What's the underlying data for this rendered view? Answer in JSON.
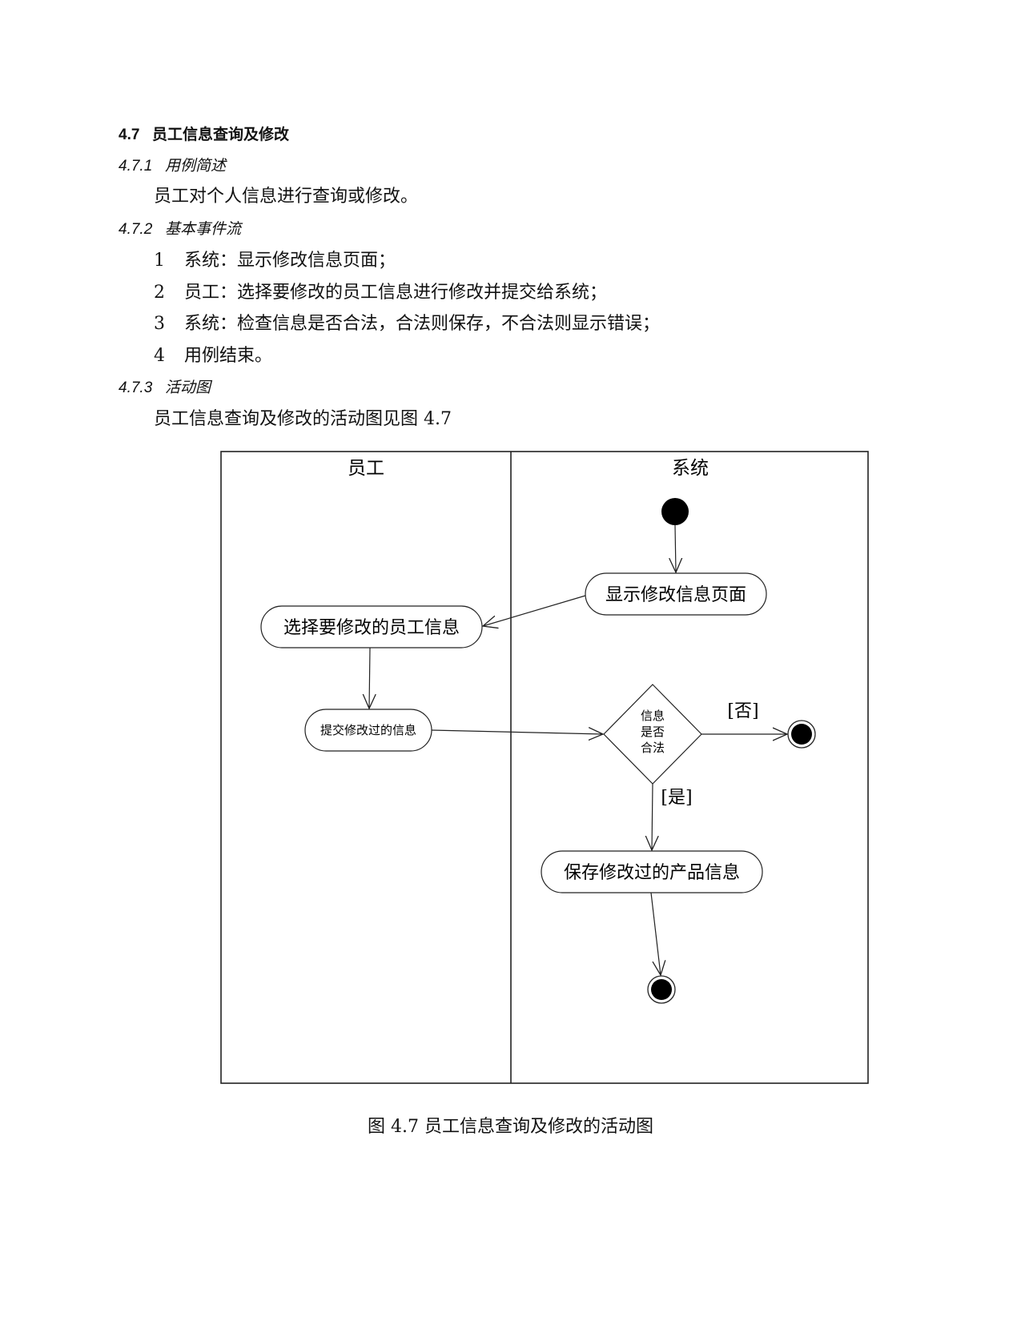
{
  "section": {
    "number": "4.7",
    "title": "员工信息查询及修改"
  },
  "subsections": {
    "s1": {
      "number": "4.7.1",
      "title": "用例简述",
      "text": "员工对个人信息进行查询或修改。"
    },
    "s2": {
      "number": "4.7.2",
      "title": "基本事件流",
      "steps": [
        {
          "idx": "1",
          "text": "系统：显示修改信息页面；"
        },
        {
          "idx": "2",
          "text": "员工：选择要修改的员工信息进行修改并提交给系统；"
        },
        {
          "idx": "3",
          "text": "系统：检查信息是否合法，合法则保存，不合法则显示错误；"
        },
        {
          "idx": "4",
          "text": "用例结束。"
        }
      ]
    },
    "s3": {
      "number": "4.7.3",
      "title": "活动图",
      "text": "员工信息查询及修改的活动图见图 4.7"
    }
  },
  "diagram": {
    "lanes": [
      "员工",
      "系统"
    ],
    "activities": {
      "show_page": "显示修改信息页面",
      "select_info": "选择要修改的员工信息",
      "submit": "提交修改过的信息",
      "save": "保存修改过的产品信息"
    },
    "decision": [
      "信息",
      "是否",
      "合法"
    ],
    "guards": {
      "no": "[否]",
      "yes": "[是]"
    }
  },
  "caption": "图 4.7  员工信息查询及修改的活动图"
}
